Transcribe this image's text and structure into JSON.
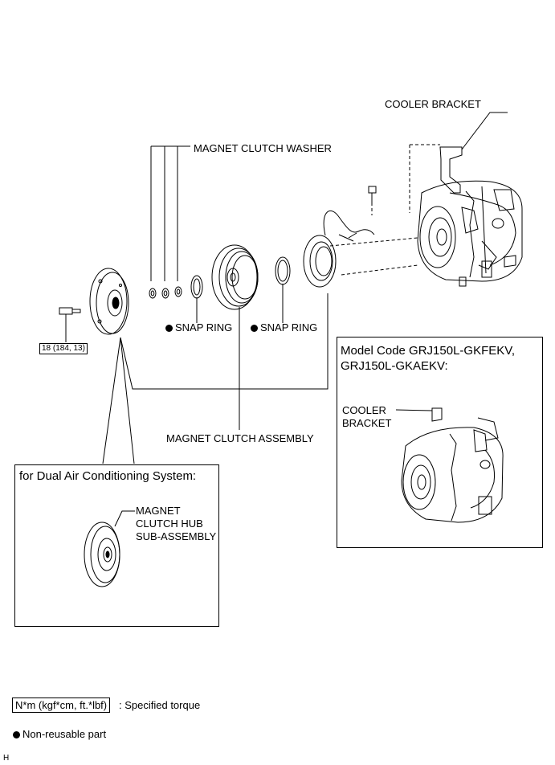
{
  "labels": {
    "cooler_bracket": "COOLER BRACKET",
    "magnet_clutch_washer": "MAGNET CLUTCH WASHER",
    "snap_ring_left": "SNAP RING",
    "snap_ring_right": "SNAP RING",
    "bolt_torque": "18 (184, 13)",
    "magnet_clutch_assembly": "MAGNET CLUTCH ASSEMBLY"
  },
  "dual_ac_box": {
    "title": "for Dual Air Conditioning System:",
    "hub_label_line1": "MAGNET",
    "hub_label_line2": "CLUTCH HUB",
    "hub_label_line3": "SUB-ASSEMBLY"
  },
  "model_box": {
    "title_line1": "Model Code GRJ150L-GKFEKV,",
    "title_line2": "GRJ150L-GKAEKV:",
    "bracket_line1": "COOLER",
    "bracket_line2": "BRACKET"
  },
  "legend": {
    "torque_unit": "N*m (kgf*cm, ft.*lbf)",
    "torque_desc": ": Specified torque",
    "non_reusable": "Non-reusable part"
  },
  "footer_code": "H"
}
